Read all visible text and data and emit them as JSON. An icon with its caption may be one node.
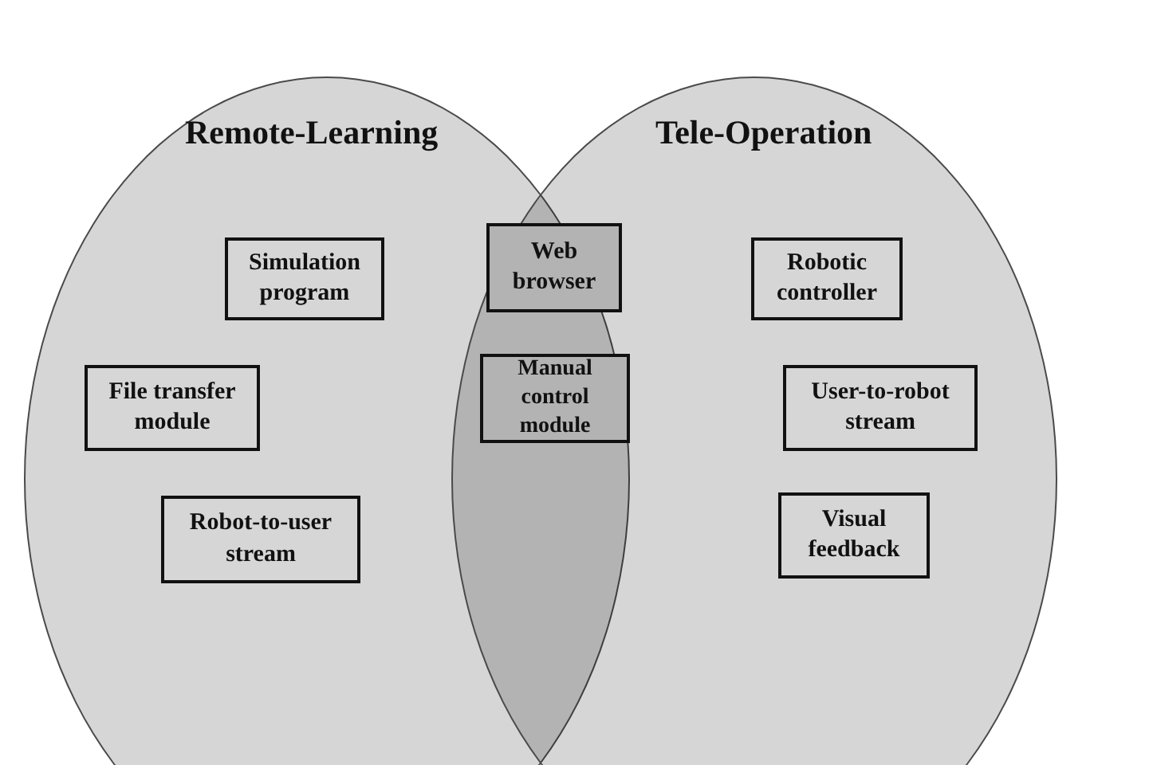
{
  "diagram": {
    "nodes": [
      {
        "text": [
          "Remote-Learning"
        ]
      },
      {
        "text": [
          "Tele-Operation"
        ]
      },
      {
        "text": [
          "Simulation program"
        ],
        "in": 0
      },
      {
        "text": [
          "File transfer module"
        ],
        "in": 0
      },
      {
        "text": [
          "Robot-to-user stream"
        ],
        "in": 0
      },
      {
        "text": [
          "Web browser"
        ]
      },
      {
        "text": [
          "Manual control module"
        ]
      },
      {
        "text": [
          "Robotic controller"
        ],
        "in": 1
      },
      {
        "text": [
          "User-to-robot stream"
        ],
        "in": 1
      },
      {
        "text": [
          "Visual feedback"
        ],
        "in": 1
      }
    ]
  }
}
